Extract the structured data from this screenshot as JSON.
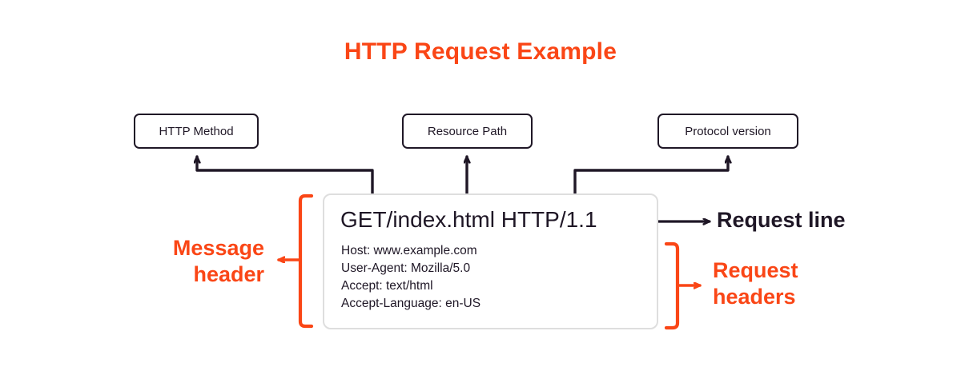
{
  "title": "HTTP Request Example",
  "colors": {
    "accent_orange": "#FA4616",
    "dark": "#1F1726",
    "panel_border": "#DEDEDE",
    "background": "#FFFFFF"
  },
  "callouts": [
    {
      "id": "http-method",
      "label": "HTTP Method"
    },
    {
      "id": "resource-path",
      "label": "Resource Path"
    },
    {
      "id": "protocol-version",
      "label": "Protocol version"
    }
  ],
  "request": {
    "request_line": "GET/index.html HTTP/1.1",
    "headers": [
      "Host: www.example.com",
      "User-Agent: Mozilla/5.0",
      "Accept: text/html",
      "Accept-Language: en-US"
    ]
  },
  "annotations": {
    "request_line_label": "Request line",
    "message_header_label_line1": "Message",
    "message_header_label_line2": "header",
    "request_headers_label_line1": "Request",
    "request_headers_label_line2": "headers"
  }
}
